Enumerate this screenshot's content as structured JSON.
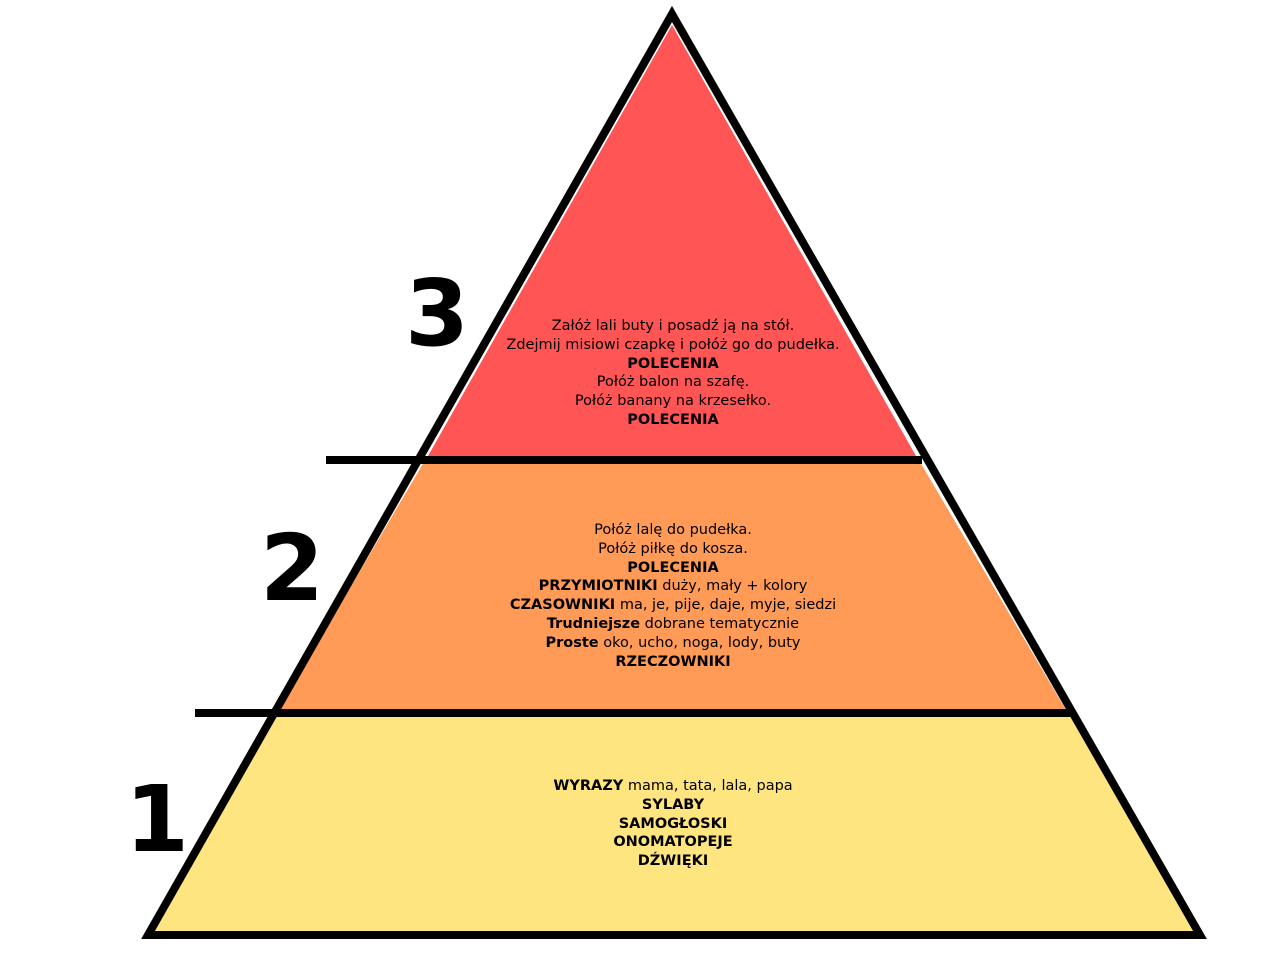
{
  "colors": {
    "tier1_fill": "#FFE580",
    "tier2_fill": "#FF9A57",
    "tier3_fill": "#FF5555",
    "outline": "#000000"
  },
  "levels": [
    {
      "number": "3",
      "lines": [
        {
          "bold": "",
          "text": "Załóż lali buty i posadź ją na stół."
        },
        {
          "bold": "",
          "text": "Zdejmij misiowi czapkę i połóż go do pudełka."
        },
        {
          "bold": "POLECENIA",
          "text": ""
        },
        {
          "bold": "",
          "text": "Połóż balon na szafę."
        },
        {
          "bold": "",
          "text": "Połóż banany na krzesełko."
        },
        {
          "bold": "POLECENIA",
          "text": ""
        }
      ]
    },
    {
      "number": "2",
      "lines": [
        {
          "bold": "",
          "text": "Połóż lalę do pudełka."
        },
        {
          "bold": "",
          "text": "Połóż piłkę do kosza."
        },
        {
          "bold": "POLECENIA",
          "text": ""
        },
        {
          "bold": "PRZYMIOTNIKI",
          "text": " duży, mały + kolory"
        },
        {
          "bold": "CZASOWNIKI",
          "text": " ma, je, pije, daje, myje, siedzi"
        },
        {
          "bold": "Trudniejsze",
          "text": " dobrane tematycznie"
        },
        {
          "bold": "Proste",
          "text": " oko, ucho, noga, lody, buty"
        },
        {
          "bold": "RZECZOWNIKI",
          "text": ""
        }
      ]
    },
    {
      "number": "1",
      "lines": [
        {
          "bold": "WYRAZY",
          "text": " mama, tata, lala, papa"
        },
        {
          "bold": "SYLABY",
          "text": ""
        },
        {
          "bold": "SAMOGŁOSKI",
          "text": ""
        },
        {
          "bold": "ONOMATOPEJE",
          "text": ""
        },
        {
          "bold": "DŹWIĘKI",
          "text": ""
        }
      ]
    }
  ]
}
